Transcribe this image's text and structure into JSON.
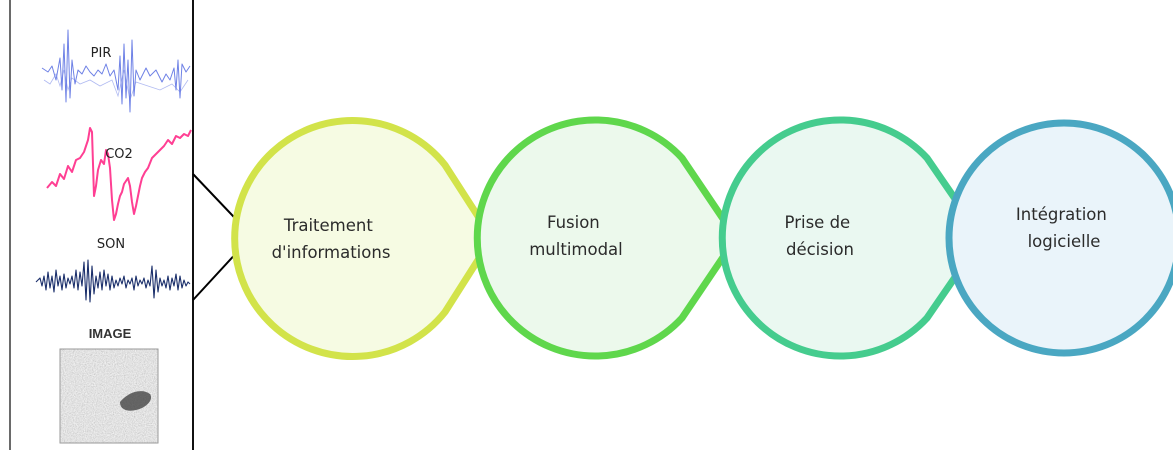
{
  "sensors": {
    "pir_label": "PIR",
    "co2_label": "CO2",
    "son_label": "SON",
    "image_label": "IMAGE",
    "pir_color": "#6f82e6",
    "co2_color": "#ff3f93",
    "son_color": "#1b2f6b"
  },
  "steps": [
    {
      "line1": "Traitement",
      "line2": "d'informations",
      "ring_color": "#d2e34a",
      "fill_color": "#f6fbe3"
    },
    {
      "line1": "Fusion",
      "line2": "multimodal",
      "ring_color": "#5fd74c",
      "fill_color": "#ecf9ec"
    },
    {
      "line1": "Prise de",
      "line2": "décision",
      "ring_color": "#45cc8e",
      "fill_color": "#eaf8f1"
    },
    {
      "line1": "Intégration",
      "line2": "logicielle",
      "ring_color": "#4aa7c2",
      "fill_color": "#eaf4fa"
    }
  ]
}
